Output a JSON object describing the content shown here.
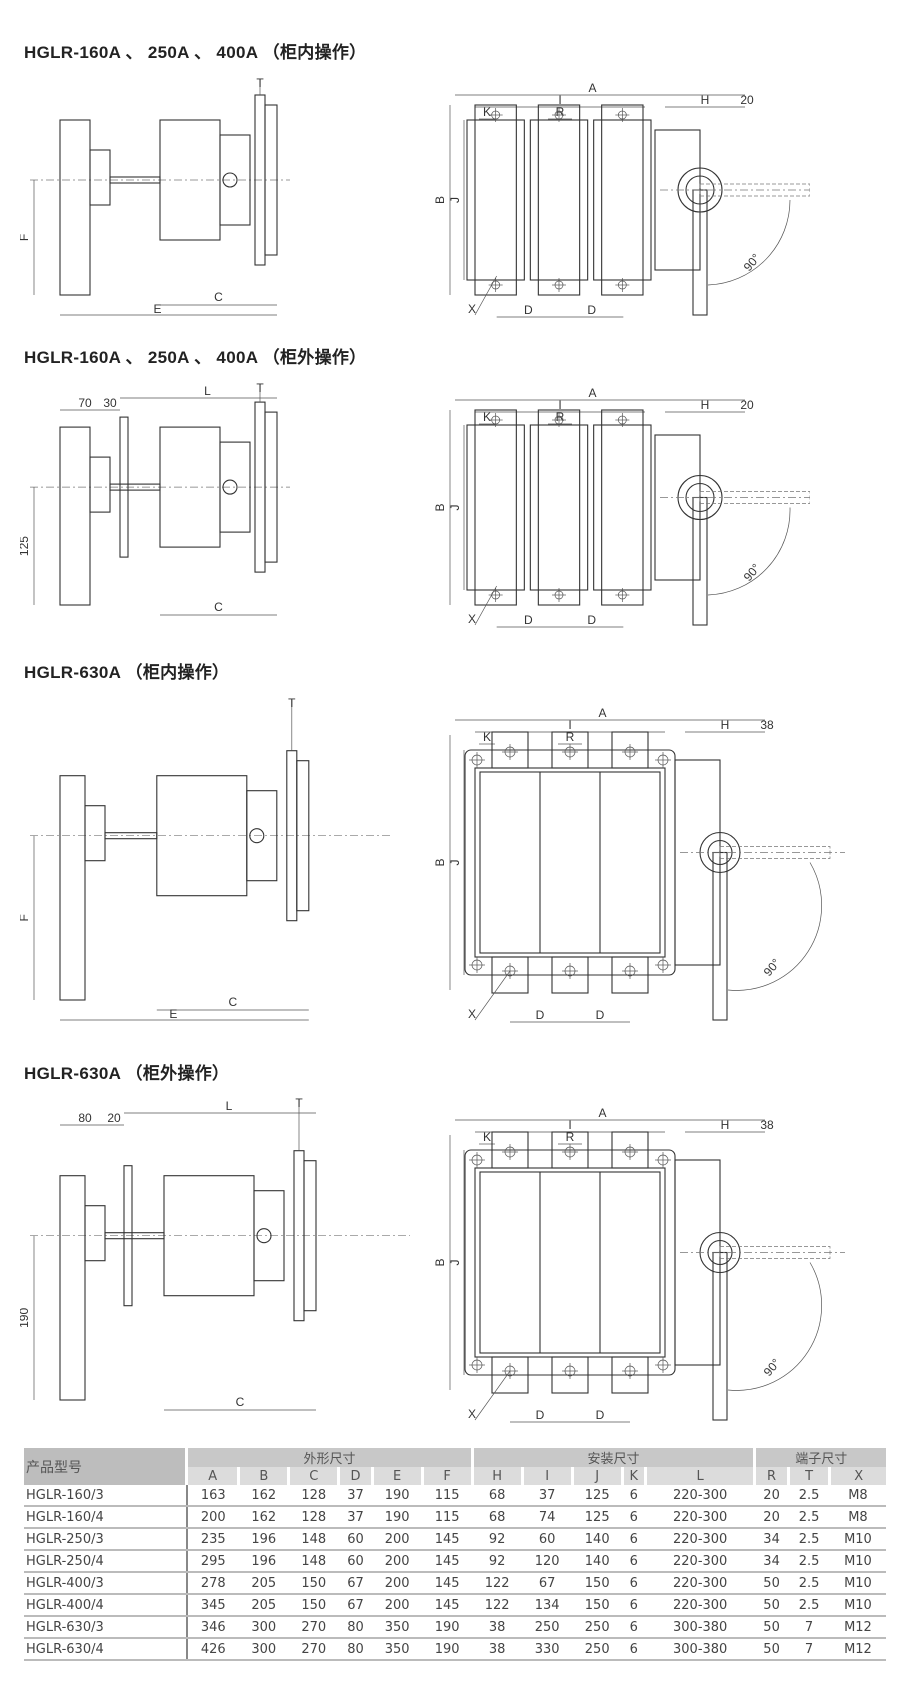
{
  "sections": [
    {
      "title": "HGLR-160A 、 250A 、 400A （柜内操作）",
      "side": {
        "labels": [
          "T",
          "F",
          "C",
          "E"
        ]
      },
      "front": {
        "A": "A",
        "I": "I",
        "K": "K",
        "R": "R",
        "H": "H",
        "Hx": "20",
        "B": "B",
        "J": "J",
        "X": "X",
        "D": "D",
        "angle": "90°"
      }
    },
    {
      "title": "HGLR-160A 、 250A 、 400A （柜外操作）",
      "side": {
        "labels": [
          "T",
          "125",
          "C",
          "L",
          "70",
          "30"
        ]
      },
      "front": {
        "A": "A",
        "I": "I",
        "K": "K",
        "R": "R",
        "H": "H",
        "Hx": "20",
        "B": "B",
        "J": "J",
        "X": "X",
        "D": "D",
        "angle": "90°"
      }
    },
    {
      "title": "HGLR-630A （柜内操作）",
      "side": {
        "labels": [
          "T",
          "F",
          "C",
          "E"
        ]
      },
      "front": {
        "A": "A",
        "I": "I",
        "K": "K",
        "R": "R",
        "H": "H",
        "Hx": "38",
        "B": "B",
        "J": "J",
        "X": "X",
        "D": "D",
        "angle": "90°"
      }
    },
    {
      "title": "HGLR-630A （柜外操作）",
      "side": {
        "labels": [
          "T",
          "190",
          "C",
          "L",
          "80",
          "20"
        ]
      },
      "front": {
        "A": "A",
        "I": "I",
        "K": "K",
        "R": "R",
        "H": "H",
        "Hx": "38",
        "B": "B",
        "J": "J",
        "X": "X",
        "D": "D",
        "angle": "90°"
      }
    }
  ],
  "table": {
    "model_header": "产品型号",
    "groups": [
      {
        "label": "外形尺寸",
        "cols": [
          "A",
          "B",
          "C",
          "D",
          "E",
          "F"
        ]
      },
      {
        "label": "安装尺寸",
        "cols": [
          "H",
          "I",
          "J",
          "K",
          "L"
        ]
      },
      {
        "label": "端子尺寸",
        "cols": [
          "R",
          "T",
          "X"
        ]
      }
    ],
    "rows": [
      [
        "HGLR-160/3",
        "163",
        "162",
        "128",
        "37",
        "190",
        "115",
        "68",
        "37",
        "125",
        "6",
        "220-300",
        "20",
        "2.5",
        "M8"
      ],
      [
        "HGLR-160/4",
        "200",
        "162",
        "128",
        "37",
        "190",
        "115",
        "68",
        "74",
        "125",
        "6",
        "220-300",
        "20",
        "2.5",
        "M8"
      ],
      [
        "HGLR-250/3",
        "235",
        "196",
        "148",
        "60",
        "200",
        "145",
        "92",
        "60",
        "140",
        "6",
        "220-300",
        "34",
        "2.5",
        "M10"
      ],
      [
        "HGLR-250/4",
        "295",
        "196",
        "148",
        "60",
        "200",
        "145",
        "92",
        "120",
        "140",
        "6",
        "220-300",
        "34",
        "2.5",
        "M10"
      ],
      [
        "HGLR-400/3",
        "278",
        "205",
        "150",
        "67",
        "200",
        "145",
        "122",
        "67",
        "150",
        "6",
        "220-300",
        "50",
        "2.5",
        "M10"
      ],
      [
        "HGLR-400/4",
        "345",
        "205",
        "150",
        "67",
        "200",
        "145",
        "122",
        "134",
        "150",
        "6",
        "220-300",
        "50",
        "2.5",
        "M10"
      ],
      [
        "HGLR-630/3",
        "346",
        "300",
        "270",
        "80",
        "350",
        "190",
        "38",
        "250",
        "250",
        "6",
        "300-380",
        "50",
        "7",
        "M12"
      ],
      [
        "HGLR-630/4",
        "426",
        "300",
        "270",
        "80",
        "350",
        "190",
        "38",
        "330",
        "250",
        "6",
        "300-380",
        "50",
        "7",
        "M12"
      ]
    ]
  }
}
